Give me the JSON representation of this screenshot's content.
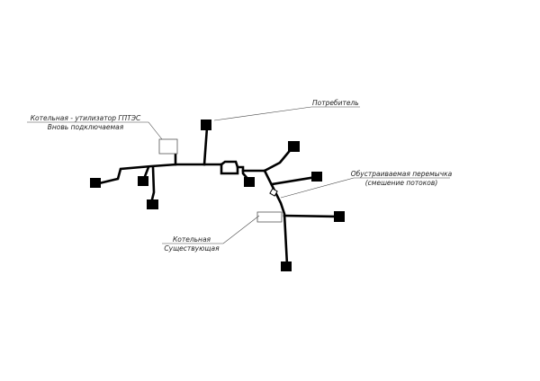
{
  "labels": {
    "consumer": "Потребитель",
    "new_boiler_line1": "Котельная - утилизатор ГПТЭС",
    "new_boiler_line2": "Вновь подключаемая",
    "jumper_line1": "Обустраиваемая перемычка",
    "jumper_line2": "(смешение потоков)",
    "existing_boiler_line1": "Котельная",
    "existing_boiler_line2": "Существующая"
  },
  "colors": {
    "pipe": "#000000",
    "consumer": "#000000",
    "leader": "#444444",
    "text": "#222222"
  }
}
